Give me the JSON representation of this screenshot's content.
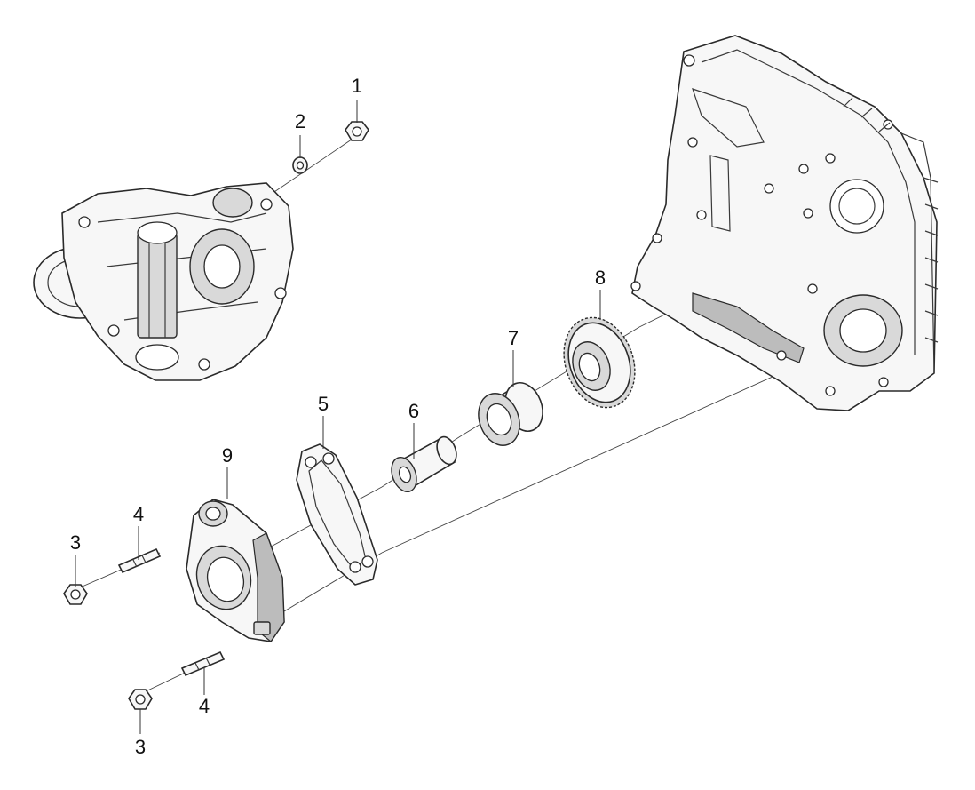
{
  "callouts": {
    "c1": "1",
    "c2": "2",
    "c3a": "3",
    "c3b": "3",
    "c4a": "4",
    "c4b": "4",
    "c5": "5",
    "c6": "6",
    "c7": "7",
    "c8": "8",
    "c9": "9"
  },
  "colors": {
    "line": "#2a2a2a",
    "fill": "#f7f7f7",
    "background": "#ffffff"
  }
}
